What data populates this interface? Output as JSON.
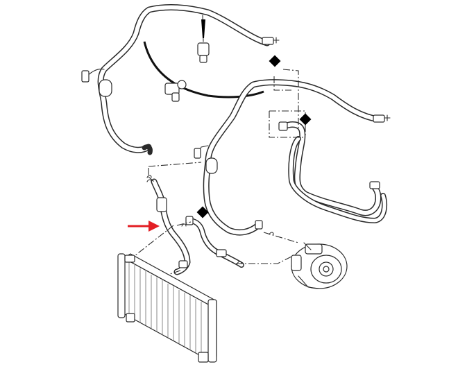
{
  "diagram": {
    "highlight_color": "#e31e24",
    "line_color": "#2a2a2a",
    "background": "#ffffff",
    "components": [
      "upper-suction-line",
      "discharge-line",
      "condenser-inlet-hose",
      "liquid-line",
      "compressor-suction-line",
      "condenser",
      "compressor",
      "pressure-switch",
      "hose-clamp"
    ],
    "highlighted_part": "condenser-inlet-hose",
    "indicator": "red-arrow"
  }
}
